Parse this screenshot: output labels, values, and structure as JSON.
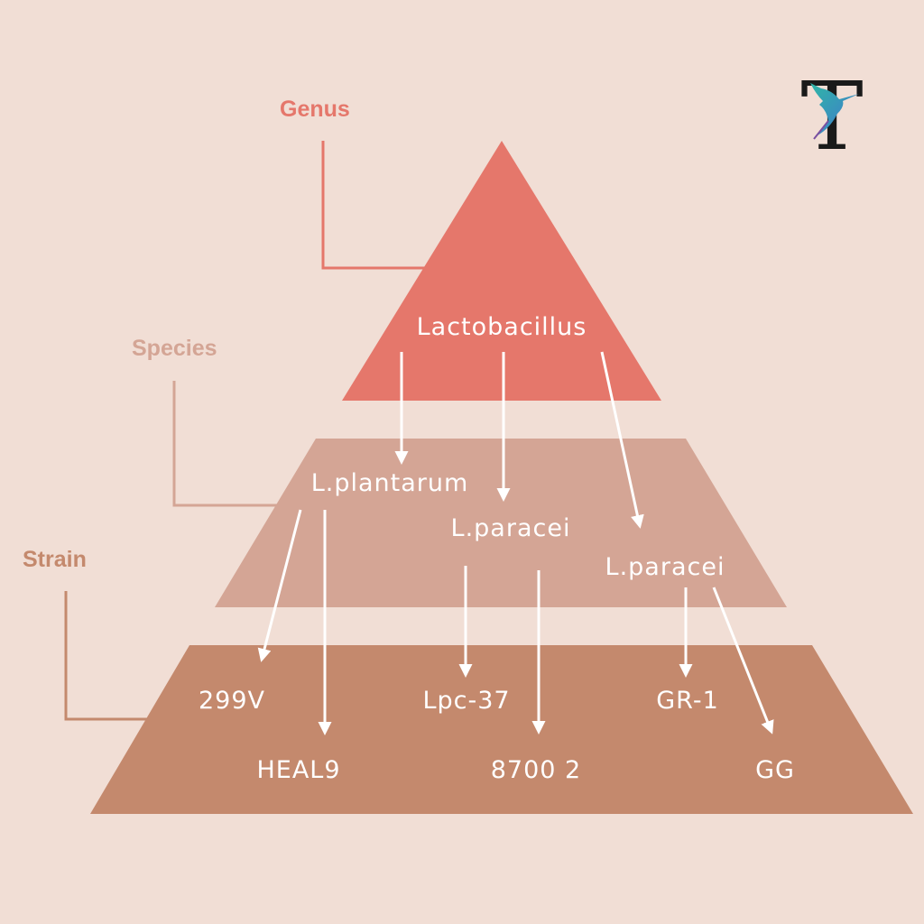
{
  "colors": {
    "background": "#f1ded5",
    "genus": "#e5776b",
    "species": "#d4a595",
    "strain": "#c4896d",
    "arrow": "#ffffff"
  },
  "levels": {
    "genus": "Genus",
    "species": "Species",
    "strain": "Strain"
  },
  "genus_node": "Lactobacillus",
  "species_nodes": [
    "L.plantarum",
    "L.paracei",
    "L.paracei"
  ],
  "strain_nodes": [
    "299V",
    "HEAL9",
    "Lpc-37",
    "8700 2",
    "GR-1",
    "GG"
  ],
  "logo": {
    "letter": "T",
    "icon": "hummingbird-icon"
  }
}
